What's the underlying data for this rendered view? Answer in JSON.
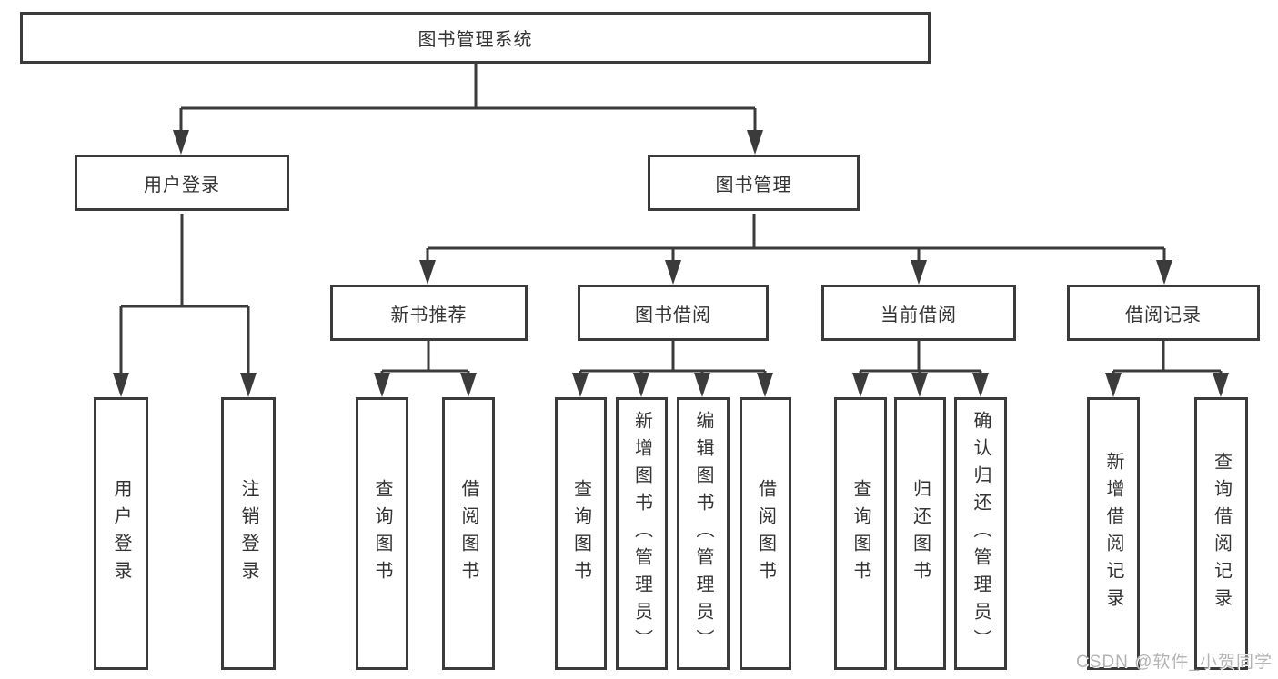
{
  "diagram_title": "图书管理系统",
  "watermark": "CSDN @软件_小贺同学",
  "colors": {
    "line": "#3b3b3b",
    "box_border": "#3b3b3b",
    "text": "#333333",
    "watermark": "#b3b3b3",
    "background": "#ffffff"
  },
  "tree": {
    "root": {
      "label": "图书管理系统"
    },
    "branches": [
      {
        "label": "用户登录",
        "leaves": [
          "用户登录",
          "注销登录"
        ]
      },
      {
        "label": "图书管理",
        "children": [
          {
            "label": "新书推荐",
            "leaves": [
              "查询图书",
              "借阅图书"
            ]
          },
          {
            "label": "图书借阅",
            "leaves": [
              "查询图书",
              "新增图书（管理员）",
              "编辑图书（管理员）",
              "借阅图书"
            ]
          },
          {
            "label": "当前借阅",
            "leaves": [
              "查询图书",
              "归还图书",
              "确认归还（管理员）"
            ]
          },
          {
            "label": "借阅记录",
            "leaves": [
              "新增借阅记录",
              "查询借阅记录"
            ]
          }
        ]
      }
    ]
  }
}
